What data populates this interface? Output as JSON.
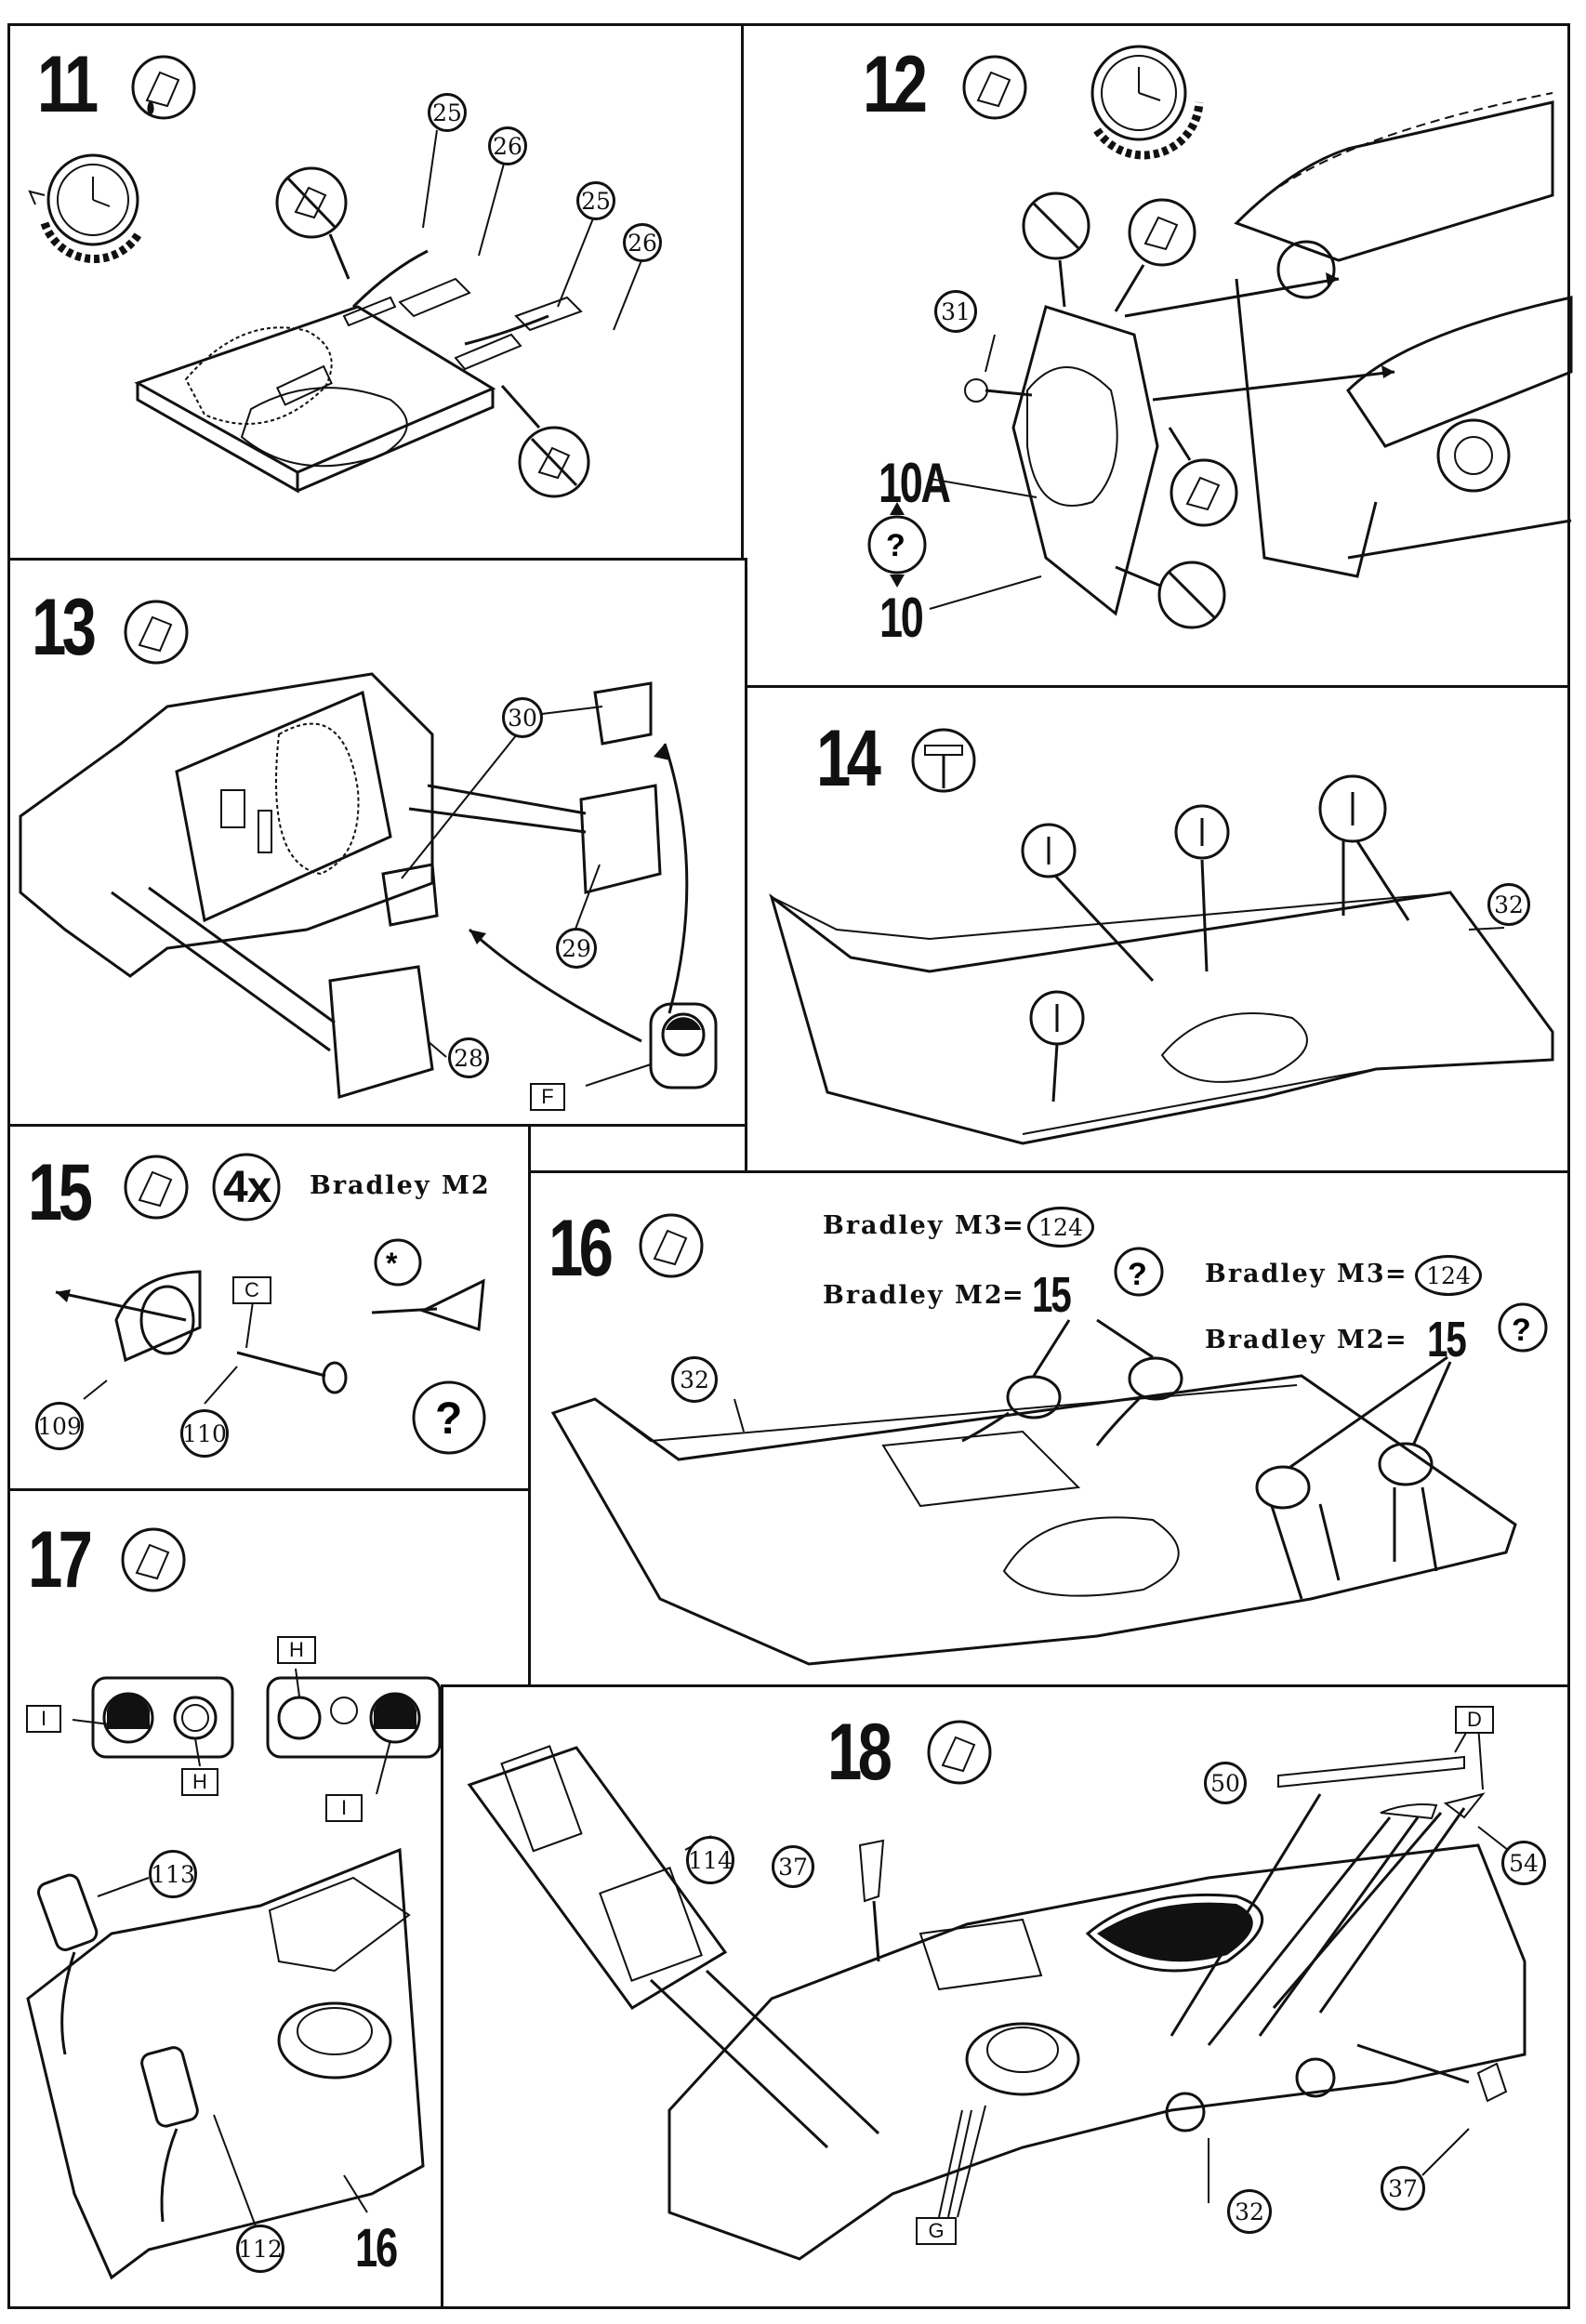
{
  "steps": {
    "s11": {
      "number": "11",
      "parts": [
        "25",
        "26",
        "25",
        "26"
      ]
    },
    "s12": {
      "number": "12",
      "parts": [
        "31"
      ],
      "ref_a": "10A",
      "ref_b": "10"
    },
    "s13": {
      "number": "13",
      "parts": [
        "30",
        "29",
        "28"
      ],
      "flag": "F"
    },
    "s14": {
      "number": "14",
      "parts": [
        "32"
      ]
    },
    "s15": {
      "number": "15",
      "quantity": "4x",
      "model": "Bradley M2",
      "parts": [
        "109",
        "110"
      ],
      "flag": "C"
    },
    "s16": {
      "number": "16",
      "part": "32",
      "line1_model": "Bradley M3",
      "line1_part": "124",
      "line2_model": "Bradley M2",
      "line2_part": "15",
      "line3_model": "Bradley M3",
      "line3_part": "124",
      "line4_model": "Bradley M2",
      "line4_part": "15"
    },
    "s17": {
      "number": "17",
      "flag_i1": "I",
      "flag_h1": "H",
      "flag_h2": "H",
      "flag_i2": "I",
      "parts": [
        "113",
        "112"
      ],
      "ref": "16"
    },
    "s18": {
      "number": "18",
      "parts": [
        "114",
        "37",
        "50",
        "54",
        "32",
        "37"
      ],
      "flag_d": "D",
      "flag_g": "G"
    }
  }
}
